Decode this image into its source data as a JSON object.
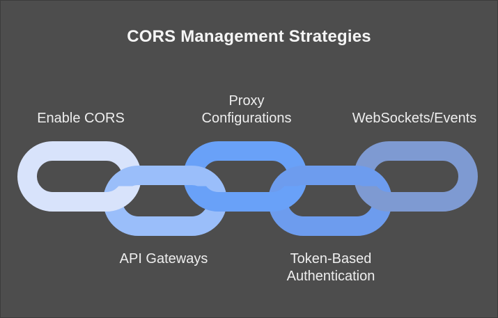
{
  "title": "CORS Management Strategies",
  "chain": {
    "links": [
      {
        "id": "enable-cors",
        "label": "Enable CORS",
        "color": "#d8e3fb"
      },
      {
        "id": "api-gateways",
        "label": "API Gateways",
        "color": "#9abefa"
      },
      {
        "id": "proxy-configurations",
        "label": "Proxy\nConfigurations",
        "color": "#69a1f8"
      },
      {
        "id": "token-based-authentication",
        "label": "Token-Based\nAuthentication",
        "color": "#6d9cee"
      },
      {
        "id": "websockets-events",
        "label": "WebSockets/Events",
        "color": "#7e9ad2"
      }
    ]
  },
  "colors": {
    "background": "#4d4d4d",
    "border": "#3c3c3c",
    "title_text": "#f5f5f5",
    "label_text": "#eeeeee"
  }
}
